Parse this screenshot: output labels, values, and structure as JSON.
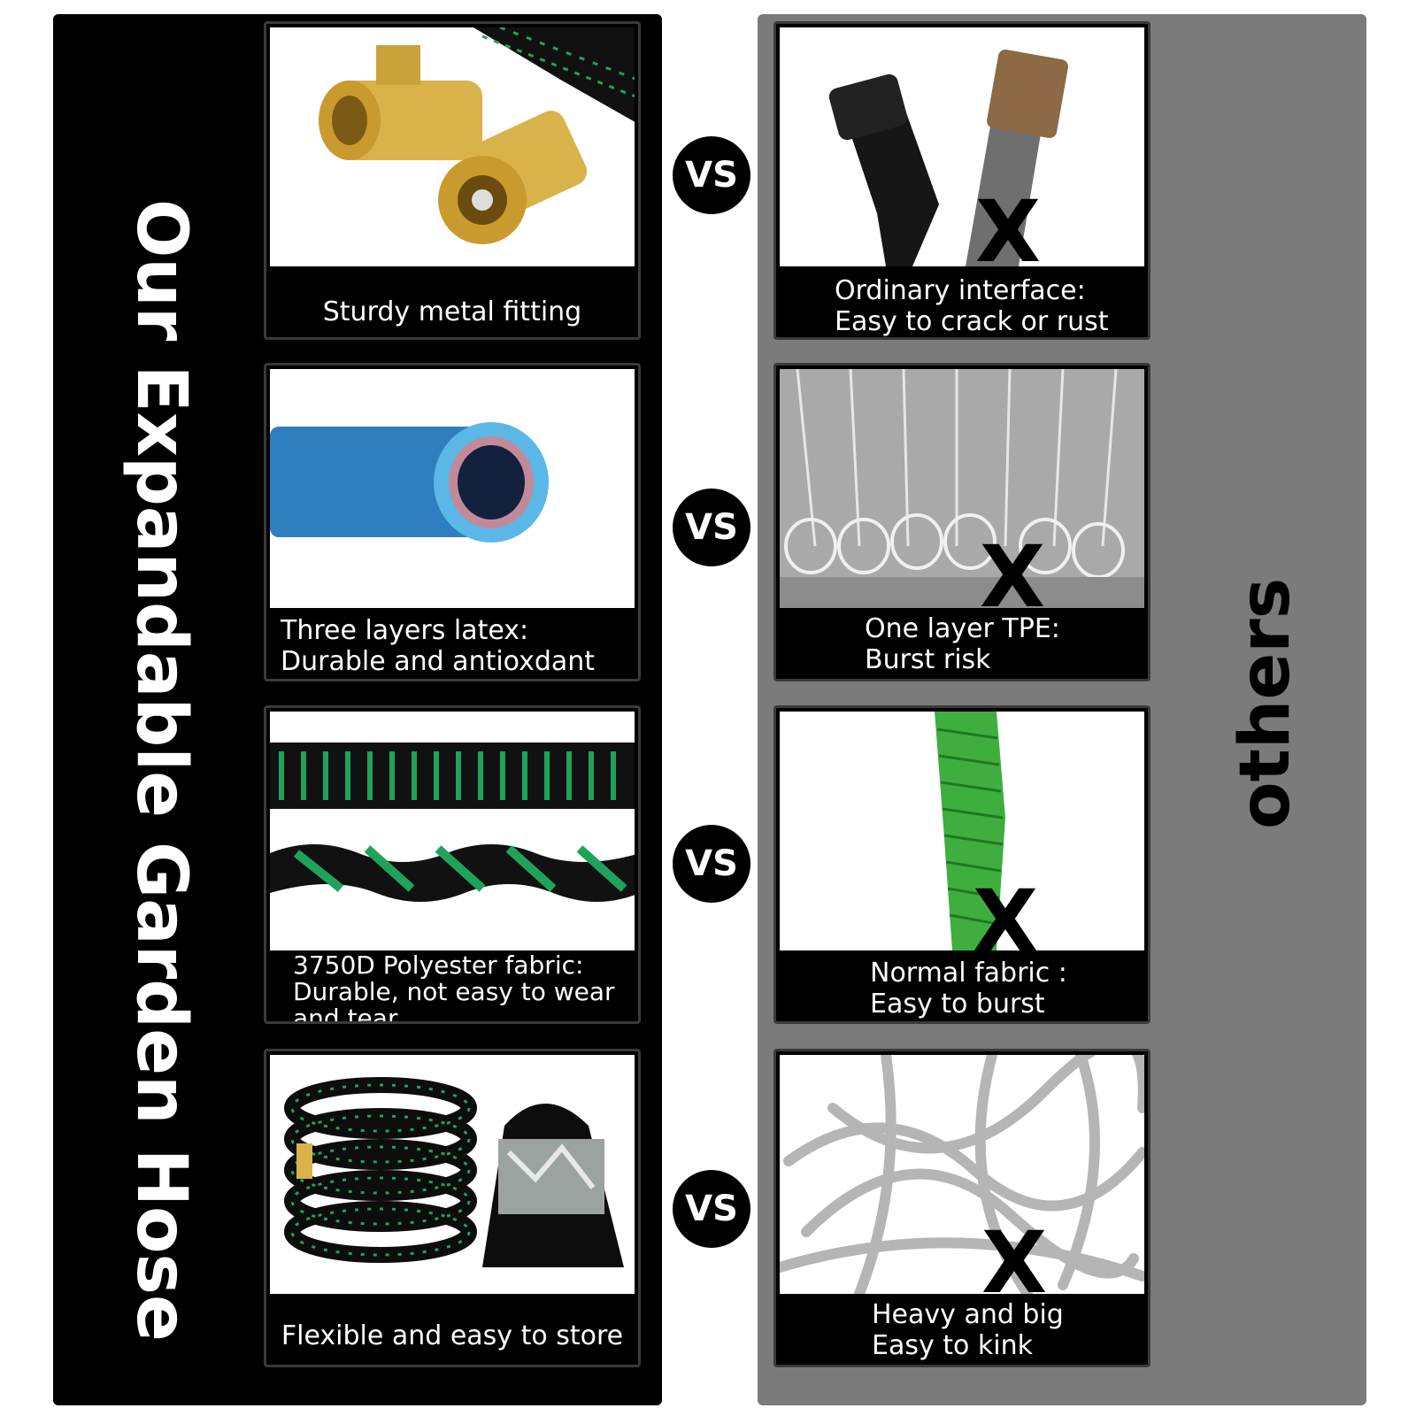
{
  "left_title": "Our Expandable Garden Hose",
  "right_title": "others",
  "vs_label": "VS",
  "x_label": "X",
  "ours": [
    {
      "lines": [
        "Sturdy metal fitting"
      ]
    },
    {
      "lines": [
        "Three layers latex:",
        "Durable and antioxdant"
      ]
    },
    {
      "lines": [
        "3750D   Polyester fabric:",
        "Durable, not easy to wear",
        "and tear."
      ]
    },
    {
      "lines": [
        "Flexible and easy to store"
      ]
    }
  ],
  "others": [
    {
      "lines": [
        "Ordinary interface:",
        "Easy to crack or rust"
      ]
    },
    {
      "lines": [
        "One layer TPE:",
        "Burst risk"
      ]
    },
    {
      "lines": [
        "Normal fabric :",
        "Easy to burst"
      ]
    },
    {
      "lines": [
        "Heavy and big",
        "Easy to kink"
      ]
    }
  ],
  "colors": {
    "left_bg": "#000000",
    "right_bg": "#7b7b7b",
    "hose_green": "#1fa35a",
    "brass": "#d9b24a"
  }
}
